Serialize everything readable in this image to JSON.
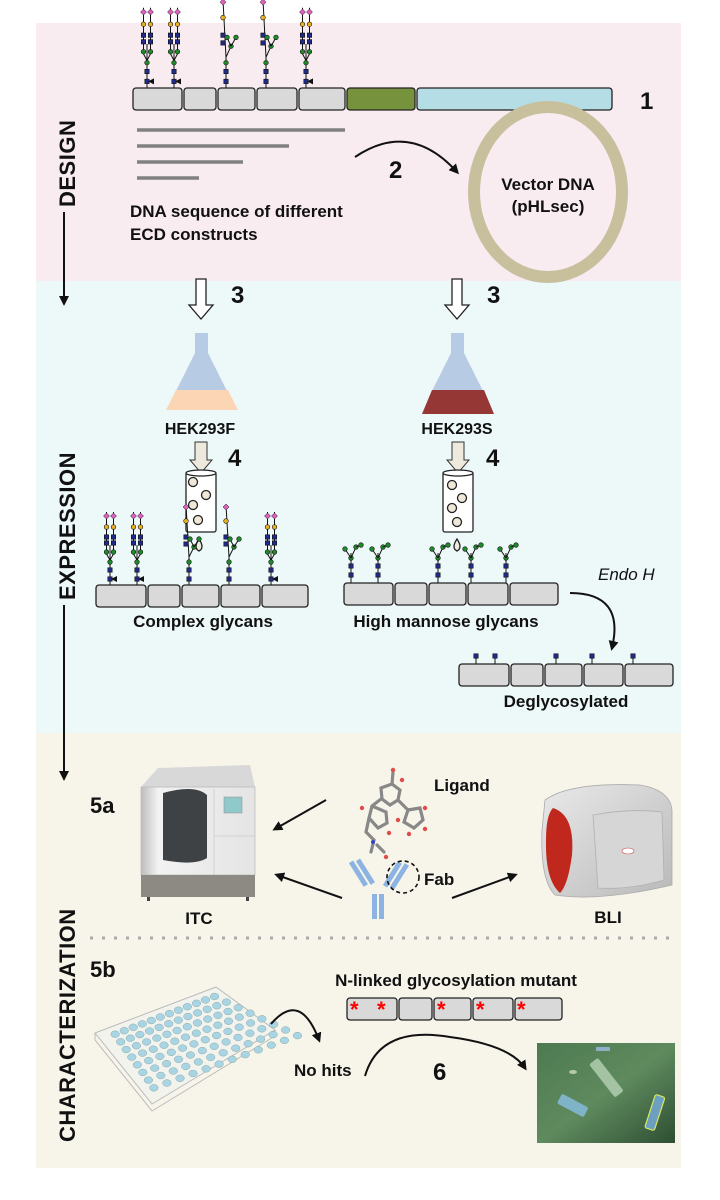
{
  "figure": {
    "stages": {
      "design": "DESIGN",
      "expression": "EXPRESSION",
      "characterization": "CHARACTERIZATION"
    },
    "colors": {
      "design_bg": "#f9ecf1",
      "expression_bg": "#edf8f9",
      "characterization_bg": "#f7f5ea",
      "domain_fill": "#d9d9d9",
      "transmembrane": "#77923c",
      "cytoplasmic": "#b5dde5",
      "vector_ring": "#c8bf9c",
      "flask_top": "#b8cbe4",
      "flask_f_media": "#fcd5b4",
      "flask_s_media": "#953735",
      "fab_blue": "#8db3e2",
      "mutation_star": "#ff0000",
      "glcnac": "#1f2a8a",
      "mannose": "#1f8a2a",
      "galactose": "#e8b020",
      "sialic_acid": "#e060c0"
    },
    "design": {
      "step_1": "1",
      "step_2": "2",
      "construct_caption_line1": "DNA sequence of different",
      "construct_caption_line2": "ECD constructs",
      "vector_line1": "Vector DNA",
      "vector_line2": "(pHLsec)"
    },
    "expression": {
      "step_3_left": "3",
      "step_3_right": "3",
      "step_4_left": "4",
      "step_4_right": "4",
      "cell_line_left": "HEK293F",
      "cell_line_right": "HEK293S",
      "complex_label": "Complex glycans",
      "high_mannose_label": "High mannose glycans",
      "enzyme_label": "Endo H",
      "deglyco_label": "Deglycosylated"
    },
    "characterization": {
      "step_5a": "5a",
      "step_5b": "5b",
      "step_6": "6",
      "ligand_label": "Ligand",
      "fab_label": "Fab",
      "itc_label": "ITC",
      "bli_label": "BLI",
      "mutant_label": "N-linked glycosylation mutant",
      "mutation_mark": "*",
      "no_hits_label": "No hits"
    }
  }
}
